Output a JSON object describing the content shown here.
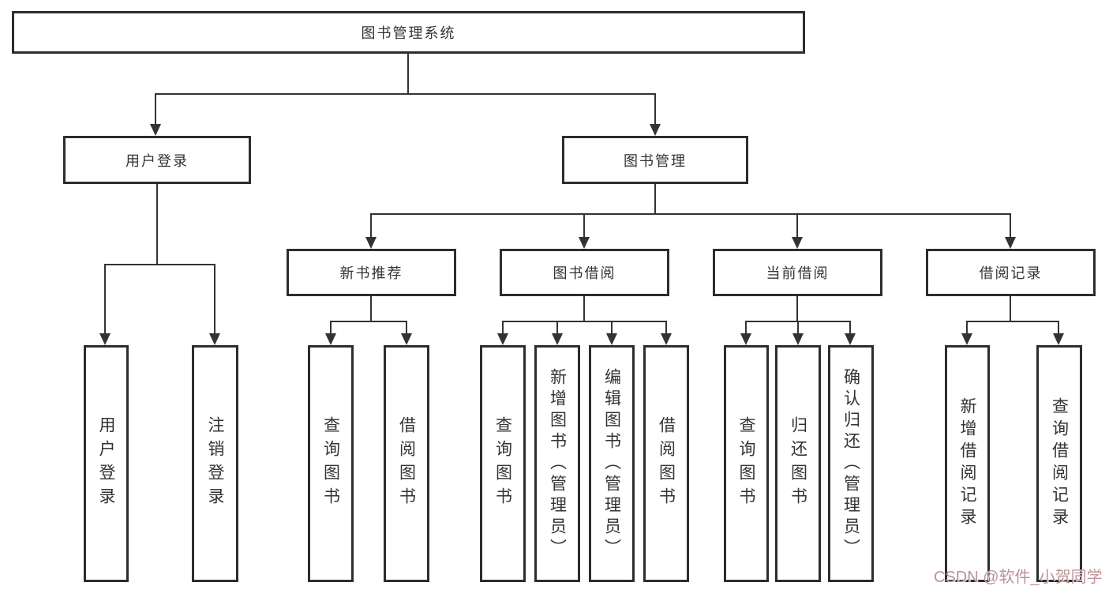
{
  "diagram": {
    "title_node": {
      "label": "图书管理系统"
    },
    "branches": {
      "user_login": {
        "label": "用户登录",
        "children": [
          {
            "label": "用户登录"
          },
          {
            "label": "注销登录"
          }
        ]
      },
      "book_mgmt": {
        "label": "图书管理",
        "modules": {
          "new_book": {
            "label": "新书推荐",
            "children": [
              {
                "label": "查询图书"
              },
              {
                "label": "借阅图书"
              }
            ]
          },
          "borrow": {
            "label": "图书借阅",
            "children": [
              {
                "label": "查询图书"
              },
              {
                "label": "新增图书（管理员）"
              },
              {
                "label": "编辑图书（管理员）"
              },
              {
                "label": "借阅图书"
              }
            ]
          },
          "current": {
            "label": "当前借阅",
            "children": [
              {
                "label": "查询图书"
              },
              {
                "label": "归还图书"
              },
              {
                "label": "确认归还（管理员）"
              }
            ]
          },
          "records": {
            "label": "借阅记录",
            "children": [
              {
                "label": "新增借阅记录"
              },
              {
                "label": "查询借阅记录"
              }
            ]
          }
        }
      }
    },
    "colors": {
      "line": "#333333",
      "box_border": "#2d2d2d",
      "text": "#333333",
      "background": "#ffffff",
      "watermark": "#bb9397"
    }
  },
  "watermark": {
    "text": "CSDN @软件_小贺同学"
  }
}
